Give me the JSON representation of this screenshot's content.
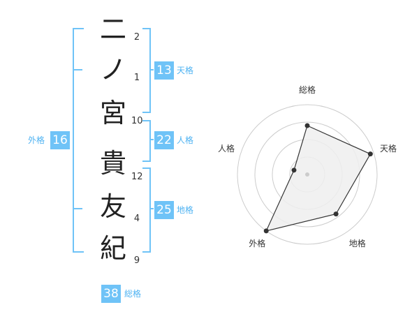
{
  "name": {
    "characters": [
      {
        "char": "二",
        "strokes": "2"
      },
      {
        "char": "ノ",
        "strokes": "1"
      },
      {
        "char": "宮",
        "strokes": "10"
      },
      {
        "char": "貴",
        "strokes": "12"
      },
      {
        "char": "友",
        "strokes": "4"
      },
      {
        "char": "紀",
        "strokes": "9"
      }
    ]
  },
  "fortunes": {
    "tenkaku": {
      "value": "13",
      "label": "天格"
    },
    "jinkaku": {
      "value": "22",
      "label": "人格"
    },
    "chikaku": {
      "value": "25",
      "label": "地格"
    },
    "gaikaku": {
      "value": "16",
      "label": "外格"
    },
    "soukaku": {
      "value": "38",
      "label": "総格"
    }
  },
  "radar": {
    "axes": [
      "総格",
      "天格",
      "地格",
      "外格",
      "人格"
    ],
    "values": [
      0.7,
      0.95,
      0.7,
      1.0,
      0.2
    ],
    "colors": {
      "fill": "#efefef",
      "line": "#333333",
      "grid": "#cccccc"
    }
  },
  "colors": {
    "accent": "#6fc3f7",
    "accent_text": "#4fb3f2"
  }
}
